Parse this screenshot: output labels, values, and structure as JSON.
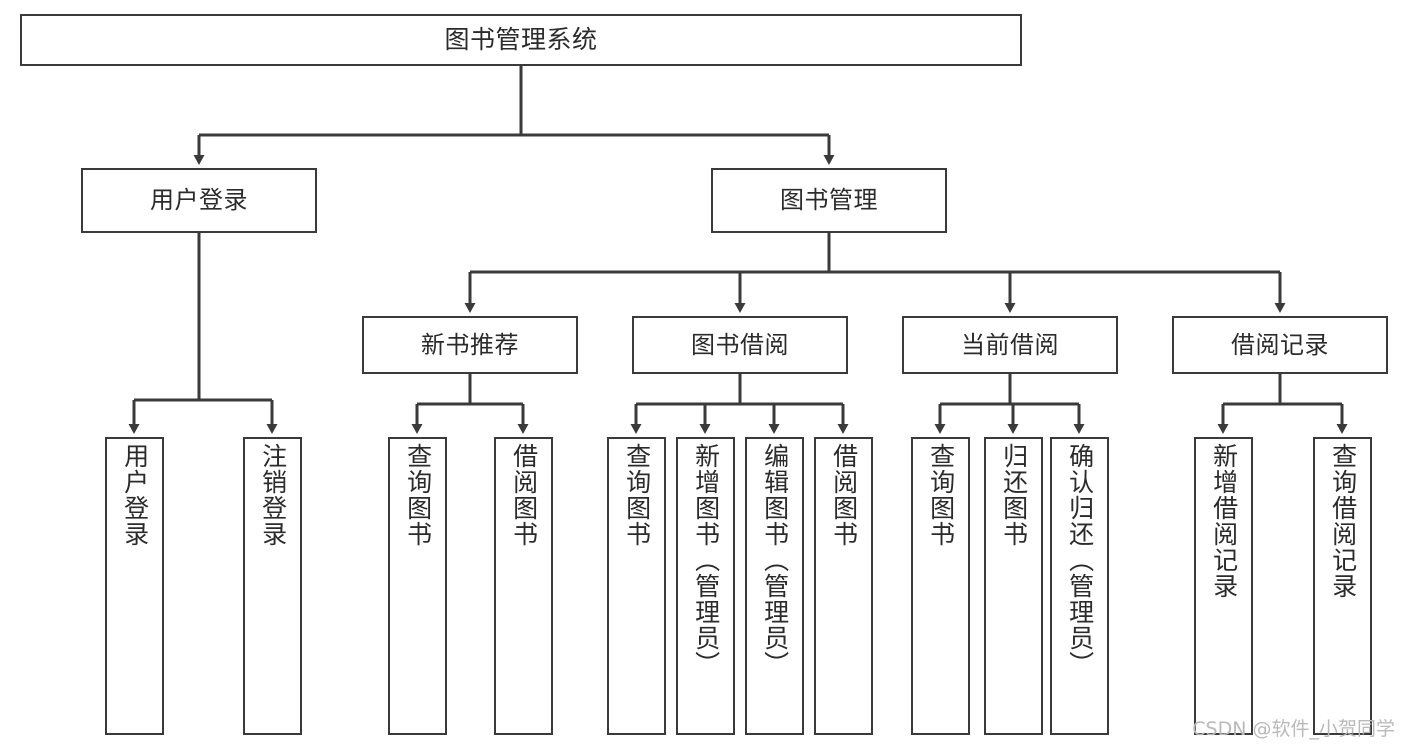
{
  "diagram": {
    "title": "图书管理系统",
    "type": "tree-hierarchy",
    "root": {
      "label": "图书管理系统"
    },
    "level2": [
      {
        "label": "用户登录"
      },
      {
        "label": "图书管理"
      }
    ],
    "level3": [
      {
        "label": "新书推荐"
      },
      {
        "label": "图书借阅"
      },
      {
        "label": "当前借阅"
      },
      {
        "label": "借阅记录"
      }
    ],
    "leaves": {
      "user_login": [
        {
          "label": "用户登录"
        },
        {
          "label": "注销登录"
        }
      ],
      "new_book_recommend": [
        {
          "label": "查询图书"
        },
        {
          "label": "借阅图书"
        }
      ],
      "book_borrow": [
        {
          "label": "查询图书"
        },
        {
          "label": "新增图书（管理员）"
        },
        {
          "label": "编辑图书（管理员）"
        },
        {
          "label": "借阅图书"
        }
      ],
      "current_borrow": [
        {
          "label": "查询图书"
        },
        {
          "label": "归还图书"
        },
        {
          "label": "确认归还（管理员）"
        }
      ],
      "borrow_record": [
        {
          "label": "新增借阅记录"
        },
        {
          "label": "查询借阅记录"
        }
      ]
    }
  },
  "watermark": {
    "text": "CSDN @软件_小贺同学"
  },
  "colors": {
    "border": "#3a3a3a",
    "text": "#2b2b2b",
    "background": "#ffffff",
    "watermark": "#b9b9b9"
  }
}
